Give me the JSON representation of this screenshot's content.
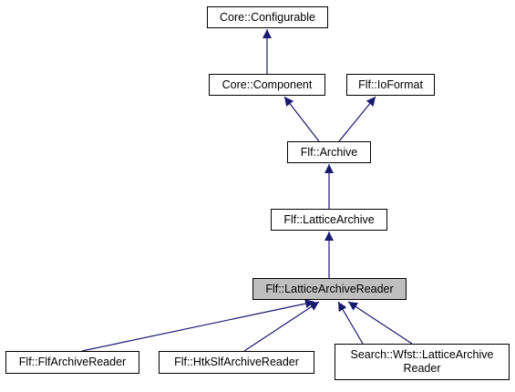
{
  "diagram": {
    "nodes": {
      "core_configurable": "Core::Configurable",
      "core_component": "Core::Component",
      "flf_ioformat": "Flf::IoFormat",
      "flf_archive": "Flf::Archive",
      "flf_lattice_archive": "Flf::LatticeArchive",
      "flf_lattice_archive_reader": "Flf::LatticeArchiveReader",
      "flf_flf_archive_reader": "Flf::FlfArchiveReader",
      "flf_htk_slf_archive_reader": "Flf::HtkSlfArchiveReader",
      "search_wfst_lattice_archive_reader_line1": "Search::Wfst::LatticeArchive",
      "search_wfst_lattice_archive_reader_line2": "Reader"
    },
    "edges": [
      {
        "from": "Core::Component",
        "to": "Core::Configurable"
      },
      {
        "from": "Flf::Archive",
        "to": "Core::Component"
      },
      {
        "from": "Flf::Archive",
        "to": "Flf::IoFormat"
      },
      {
        "from": "Flf::LatticeArchive",
        "to": "Flf::Archive"
      },
      {
        "from": "Flf::LatticeArchiveReader",
        "to": "Flf::LatticeArchive"
      },
      {
        "from": "Flf::FlfArchiveReader",
        "to": "Flf::LatticeArchiveReader"
      },
      {
        "from": "Flf::HtkSlfArchiveReader",
        "to": "Flf::LatticeArchiveReader"
      },
      {
        "from": "Search::Wfst::LatticeArchiveReader",
        "to": "Flf::LatticeArchiveReader"
      },
      {
        "from": "Search::Wfst::LatticeArchiveReader",
        "to": "Flf::LatticeArchiveReader"
      }
    ],
    "colors": {
      "edge": "#191970",
      "node_border": "#000000",
      "current_node_fill": "#bfbfbf"
    }
  }
}
